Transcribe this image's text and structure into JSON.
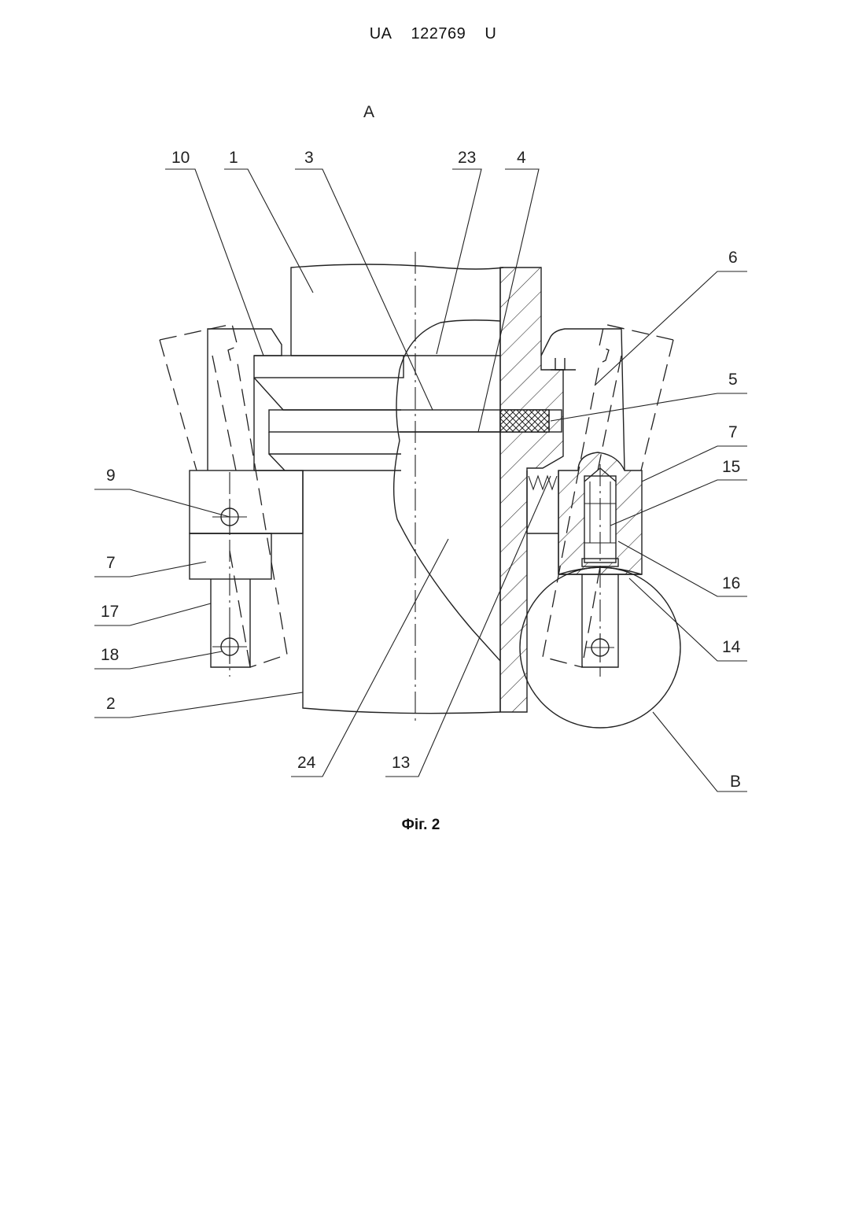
{
  "header": {
    "country": "UA",
    "number": "122769",
    "kind": "U"
  },
  "figure": {
    "caption": "Фіг. 2",
    "view_labels": [
      "A",
      "B"
    ],
    "callouts": [
      "10",
      "1",
      "3",
      "23",
      "4",
      "6",
      "5",
      "7",
      "15",
      "9",
      "7",
      "16",
      "17",
      "14",
      "18",
      "2",
      "24",
      "13"
    ]
  }
}
